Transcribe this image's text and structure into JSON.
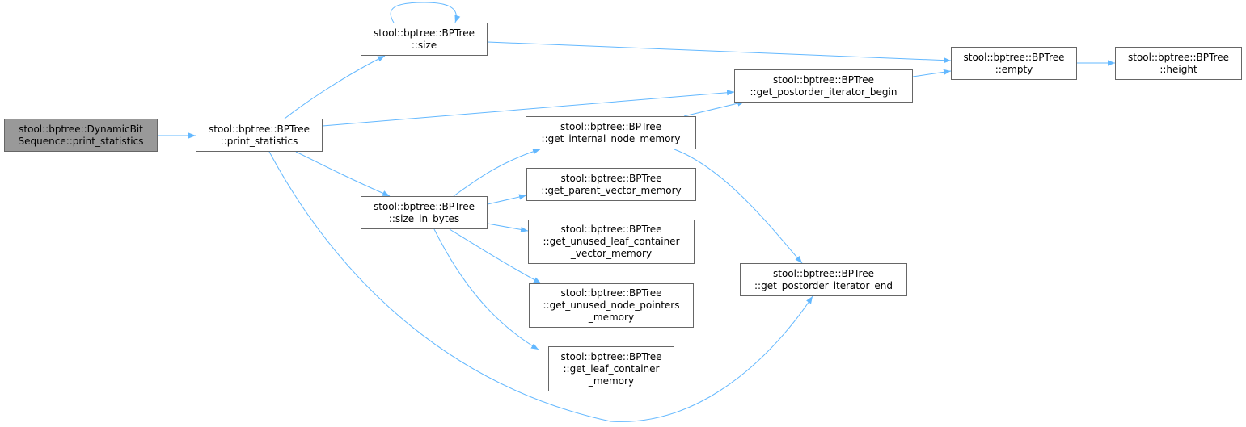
{
  "nodes": {
    "dynamic_print_statistics": [
      "stool::bptree::DynamicBit",
      "Sequence::print_statistics"
    ],
    "print_statistics": [
      "stool::bptree::BPTree",
      "::print_statistics"
    ],
    "size": [
      "stool::bptree::BPTree",
      "::size"
    ],
    "size_in_bytes": [
      "stool::bptree::BPTree",
      "::size_in_bytes"
    ],
    "get_internal_node_memory": [
      "stool::bptree::BPTree",
      "::get_internal_node_memory"
    ],
    "get_parent_vector_memory": [
      "stool::bptree::BPTree",
      "::get_parent_vector_memory"
    ],
    "get_unused_leaf_container_vector_memory": [
      "stool::bptree::BPTree",
      "::get_unused_leaf_container",
      "_vector_memory"
    ],
    "get_unused_node_pointers_memory": [
      "stool::bptree::BPTree",
      "::get_unused_node_pointers",
      "_memory"
    ],
    "get_leaf_container_memory": [
      "stool::bptree::BPTree",
      "::get_leaf_container",
      "_memory"
    ],
    "get_postorder_iterator_begin": [
      "stool::bptree::BPTree",
      "::get_postorder_iterator_begin"
    ],
    "get_postorder_iterator_end": [
      "stool::bptree::BPTree",
      "::get_postorder_iterator_end"
    ],
    "empty": [
      "stool::bptree::BPTree",
      "::empty"
    ],
    "height": [
      "stool::bptree::BPTree",
      "::height"
    ]
  },
  "colors": {
    "edge": "#63b8ff",
    "node_border": "#666666",
    "root_fill": "#999999"
  }
}
